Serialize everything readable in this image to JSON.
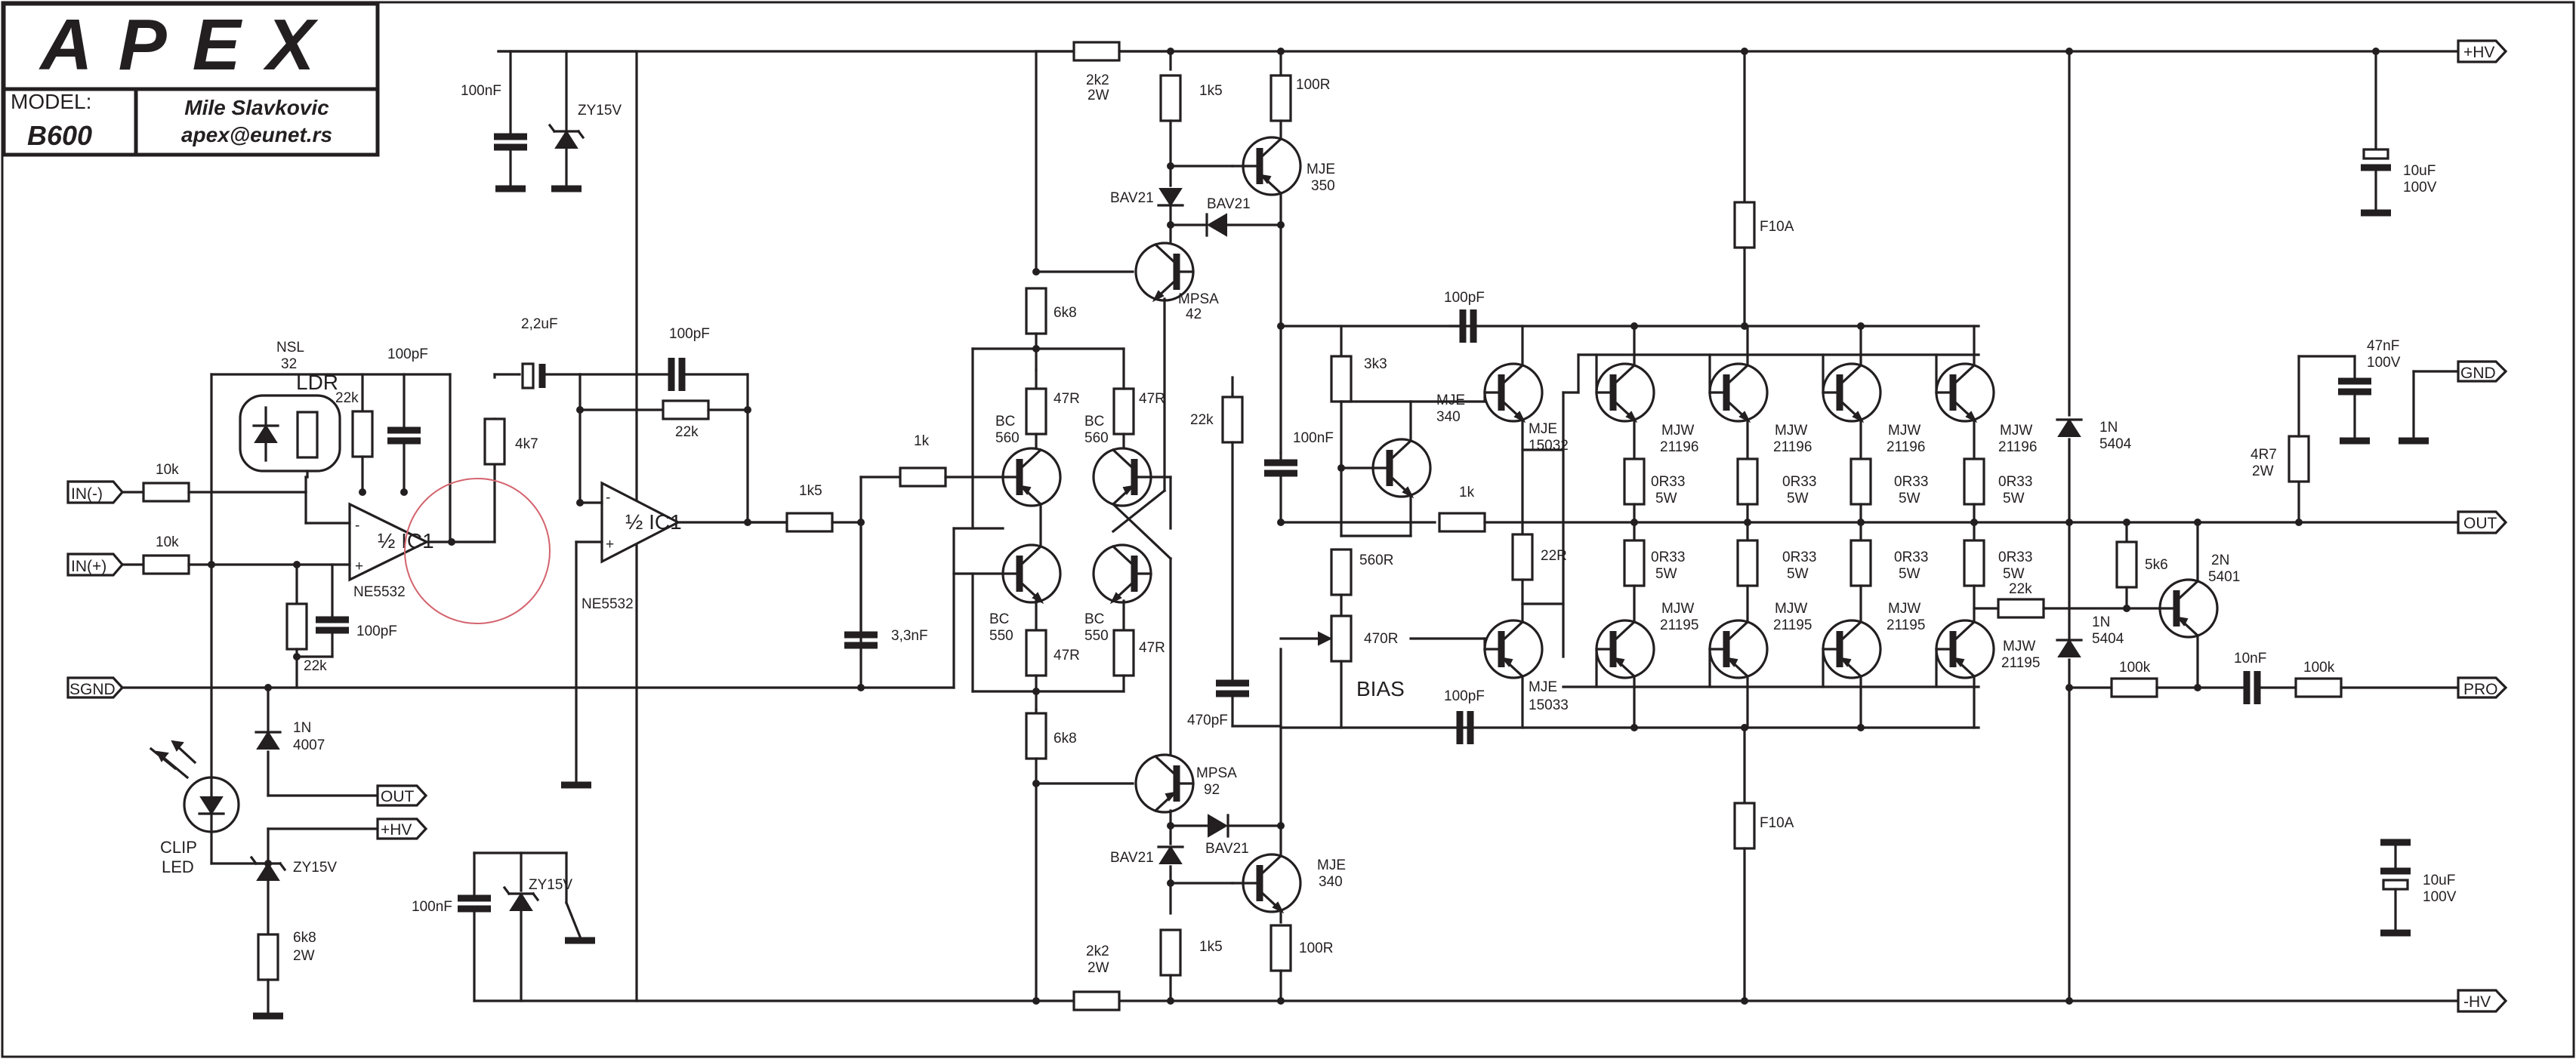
{
  "title_block": {
    "logo": "APEX",
    "model_label": "MODEL:",
    "model": "B600",
    "author": "Mile Slavkovic",
    "email": "apex@eunet.rs"
  },
  "ports": {
    "in_minus": "IN(-)",
    "in_plus": "IN(+)",
    "sgnd": "SGND",
    "out_left": "OUT",
    "hv_left": "+HV",
    "hv_plus": "+HV",
    "gnd": "GND",
    "out": "OUT",
    "pro": "PRO",
    "hv_minus": "-HV"
  },
  "labels": {
    "c100nf_top": "100nF",
    "zy15v_top": "ZY15V",
    "nsl": "NSL",
    "nsl_num": "32",
    "ldr": "LDR",
    "r22k_ldr": "22k",
    "c100pf_ic1a": "100pF",
    "r10k_a": "10k",
    "r10k_b": "10k",
    "ic1a": "½ IC1",
    "ne5532_a": "NE5532",
    "r22k_in": "22k",
    "c100pf_in": "100pF",
    "c2u2": "2,2uF",
    "r4k7": "4k7",
    "c100pf_ic1b": "100pF",
    "r22k_fb": "22k",
    "ic1b": "½ IC1",
    "ne5532_b": "NE5532",
    "d1n4007": "1N",
    "d1n4007_num": "4007",
    "clip": "CLIP",
    "led": "LED",
    "zy15v_led": "ZY15V",
    "r6k8_2w": "6k8",
    "r6k8_2w_p": "2W",
    "c100nf_bot": "100nF",
    "zy15v_bot": "ZY15V",
    "r1k5_in": "1k5",
    "r1k_in": "1k",
    "c3n3": "3,3nF",
    "r2k2_top": "2k2",
    "r2k2_top_p": "2W",
    "r1k5_top": "1k5",
    "r100r_top": "100R",
    "mje350": "MJE",
    "mje350_num": "350",
    "bav21_a": "BAV21",
    "bav21_b": "BAV21",
    "mpsa42": "MPSA",
    "mpsa42_num": "42",
    "r6k8_top": "6k8",
    "r47r_a": "47R",
    "r47r_b": "47R",
    "bc560_a": "BC",
    "bc560_a_num": "560",
    "bc560_b": "BC",
    "bc560_b_num": "560",
    "bc550_a": "BC",
    "bc550_a_num": "550",
    "bc550_b": "BC",
    "bc550_b_num": "550",
    "r47r_c": "47R",
    "r47r_d": "47R",
    "r6k8_bot": "6k8",
    "mpsa92": "MPSA",
    "mpsa92_num": "92",
    "bav21_c": "BAV21",
    "bav21_d": "BAV21",
    "mje340_bot": "MJE",
    "mje340_bot_num": "340",
    "r1k5_bot": "1k5",
    "r100r_bot": "100R",
    "r2k2_bot": "2k2",
    "r2k2_bot_p": "2W",
    "r22k_vas": "22k",
    "c100nf_vas": "100nF",
    "c470pf": "470pF",
    "r3k3": "3k3",
    "mje340_bias": "MJE",
    "mje340_bias_num": "340",
    "r560r": "560R",
    "r470r": "470R",
    "bias": "BIAS",
    "c100pf_top": "100pF",
    "c100pf_bot": "100pF",
    "mje15032": "MJE",
    "mje15032_num": "15032",
    "mje15033": "MJE",
    "mje15033_num": "15033",
    "r22r": "22R",
    "r1k_out": "1k",
    "f10a_top": "F10A",
    "f10a_bot": "F10A",
    "mjw21196": "MJW",
    "mjw21196_num": "21196",
    "mjw21195": "MJW",
    "mjw21195_num": "21195",
    "r0r33": "0R33",
    "r0r33_p": "5W",
    "d1n5404_a": "1N",
    "d1n5404_a_num": "5404",
    "d1n5404_b": "1N",
    "d1n5404_b_num": "5404",
    "c10uf_top": "10uF",
    "c10uf_top_v": "100V",
    "c10uf_bot": "10uF",
    "c10uf_bot_v": "100V",
    "c47nf": "47nF",
    "c47nf_v": "100V",
    "r4r7": "4R7",
    "r4r7_p": "2W",
    "r5k6": "5k6",
    "r22k_pro": "22k",
    "q2n5401": "2N",
    "q2n5401_num": "5401",
    "r100k_a": "100k",
    "c10nf": "10nF",
    "r100k_b": "100k"
  }
}
